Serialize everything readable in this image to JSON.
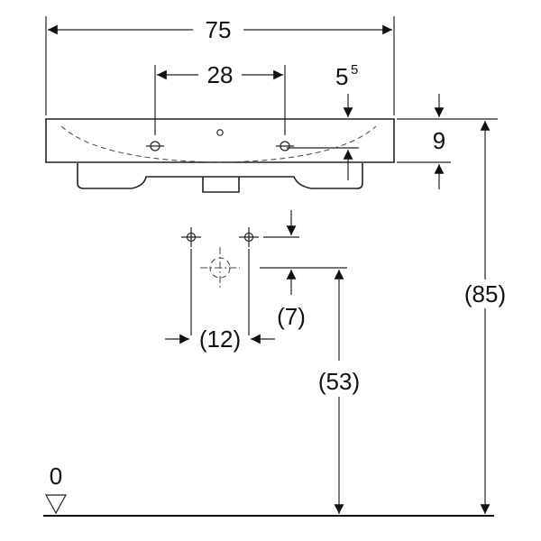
{
  "dimensions": {
    "overall_width": "75",
    "tap_hole_spacing": "28",
    "rim_offset_main": "5",
    "rim_offset_sup": "5",
    "rim_thickness": "9",
    "overall_height": "(85)",
    "waste_height": "(53)",
    "supply_offset": "(7)",
    "supply_spacing": "(12)",
    "floor_level": "0"
  },
  "colors": {
    "line": "#222222",
    "background": "#ffffff"
  }
}
